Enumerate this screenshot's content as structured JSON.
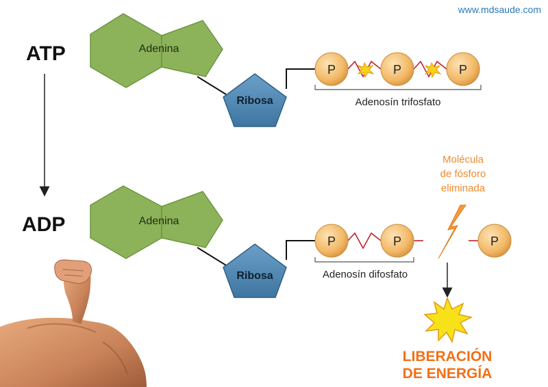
{
  "watermark": "www.mdsaude.com",
  "atp": {
    "label": "ATP",
    "adenine": "Adenina",
    "ribose": "Ribosa",
    "phosphates": [
      "P",
      "P",
      "P"
    ],
    "caption": "Adenosín trifosfato"
  },
  "adp": {
    "label": "ADP",
    "adenine": "Adenina",
    "ribose": "Ribosa",
    "phosphates": [
      "P",
      "P"
    ],
    "caption": "Adenosín difosfato",
    "removed_phosphate": "P"
  },
  "removed_note": [
    "Molécula",
    "de fósforo",
    "eliminada"
  ],
  "energy": [
    "LIBERACIÓN",
    "DE ENERGÍA"
  ],
  "colors": {
    "adenine": "#8db35a",
    "ribose": "#4f87b0",
    "phosphate": "#f0b766",
    "bond": "#c0202a",
    "energy_text": "#f36f16",
    "note_text": "#ef8a2e",
    "watermark": "#2a78b8"
  }
}
